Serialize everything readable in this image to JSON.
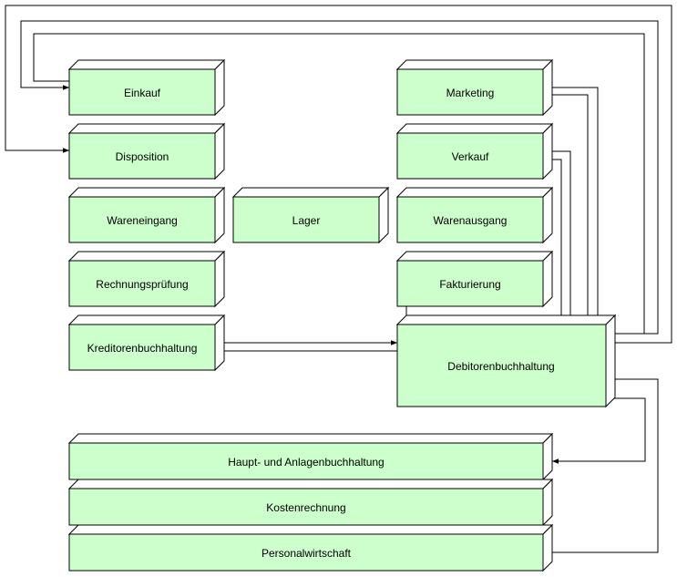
{
  "boxes": [
    {
      "id": "einkauf",
      "label": "Einkauf"
    },
    {
      "id": "marketing",
      "label": "Marketing"
    },
    {
      "id": "disposition",
      "label": "Disposition"
    },
    {
      "id": "verkauf",
      "label": "Verkauf"
    },
    {
      "id": "wareneingang",
      "label": "Wareneingang"
    },
    {
      "id": "lager",
      "label": "Lager"
    },
    {
      "id": "warenausgang",
      "label": "Warenausgang"
    },
    {
      "id": "rechnungspruefung",
      "label": "Rechnungsprüfung"
    },
    {
      "id": "fakturierung",
      "label": "Fakturierung"
    },
    {
      "id": "kreditorenbuchhaltung",
      "label": "Kreditorenbuchhaltung"
    },
    {
      "id": "debitorenbuchhaltung",
      "label": "Debitorenbuchhaltung"
    },
    {
      "id": "haupt_anlagen",
      "label": "Haupt- und Anlagenbuchhaltung"
    },
    {
      "id": "kostenrechnung",
      "label": "Kostenrechnung"
    },
    {
      "id": "personalwirtschaft",
      "label": "Personalwirtschaft"
    }
  ]
}
